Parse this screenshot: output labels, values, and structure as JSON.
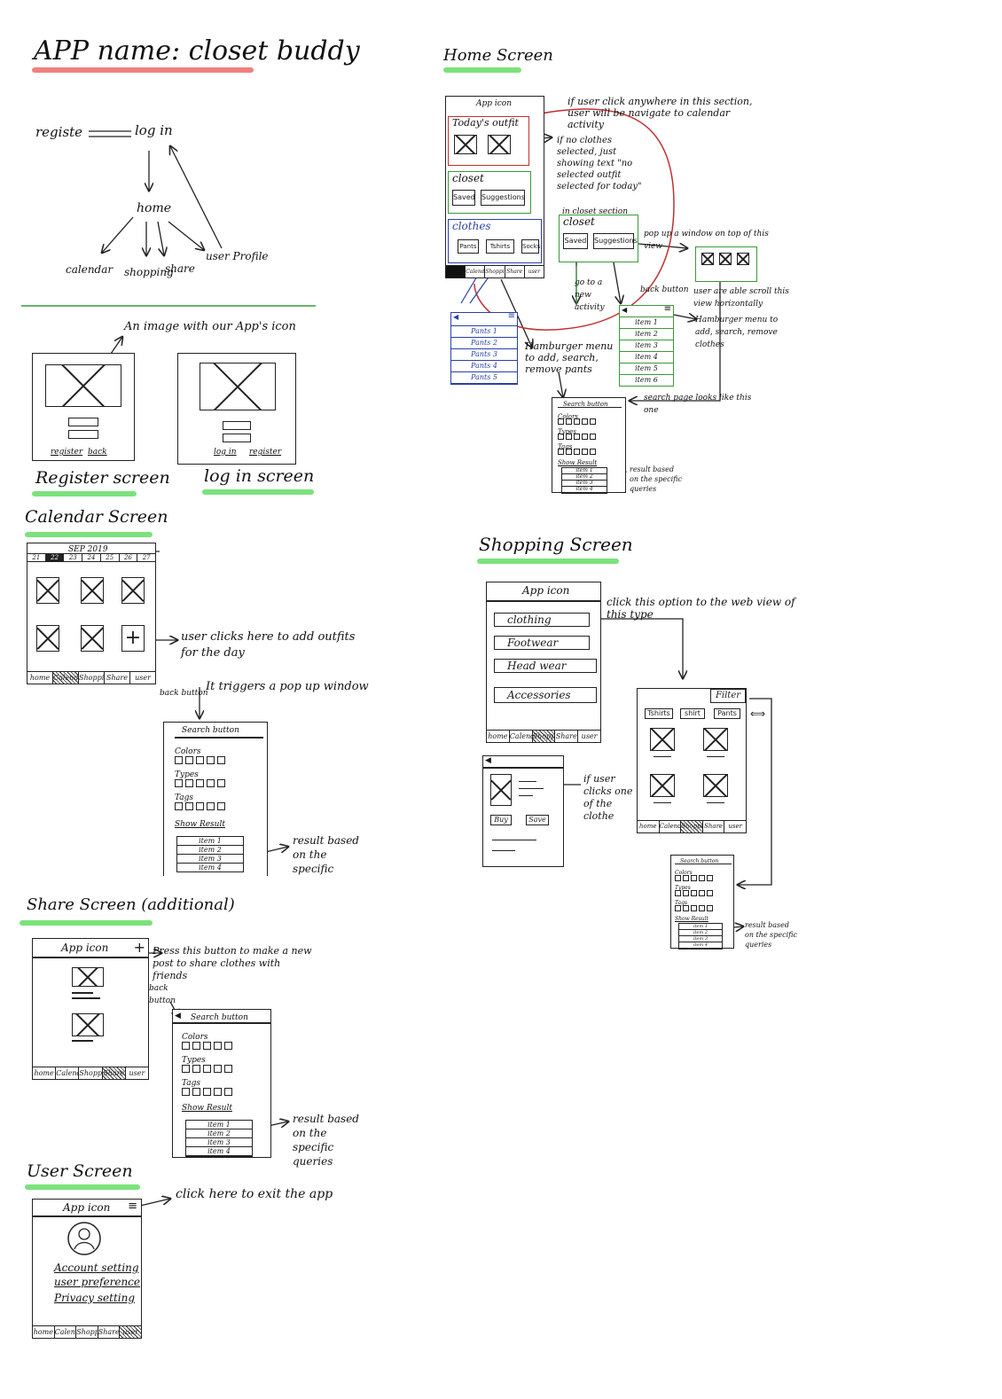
{
  "app_title": "APP name: closet buddy",
  "flow": {
    "register": "registe",
    "login": "log in",
    "home": "home",
    "calendar": "calendar",
    "shopping": "shopping",
    "share": "share",
    "user_profile": "user Profile"
  },
  "screens": {
    "register": {
      "title": "Register screen",
      "links": [
        "register",
        "back"
      ],
      "note": "An image with our App's icon"
    },
    "login": {
      "title": "log in screen",
      "links": [
        "log in",
        "register"
      ]
    },
    "calendar": {
      "title": "Calendar Screen",
      "month": "SEP 2019",
      "days": [
        "21",
        "22",
        "23",
        "24",
        "25",
        "26",
        "27"
      ],
      "add_note": "user clicks here to add outfits for the day",
      "popup_note": "It triggers a pop up window",
      "back_label": "back button"
    },
    "share": {
      "title": "Share Screen (additional)",
      "app_icon": "App icon",
      "plus_note": "Press this button to make a new post to share clothes with friends",
      "back_label": "back button"
    },
    "user": {
      "title": "User Screen",
      "app_icon": "App icon",
      "exit_note": "click here to exit the app",
      "menu": [
        "Account setting",
        "user preference",
        "Privacy setting"
      ]
    },
    "home": {
      "title": "Home Screen",
      "app_icon": "App icon",
      "todays_outfit": "Today's outfit",
      "closet": "closet",
      "closet_buttons": [
        "Saved",
        "Suggestions"
      ],
      "clothes": "clothes",
      "clothes_buttons": [
        "Pants",
        "Tshirts",
        "Socks"
      ],
      "click_note": "if user click anywhere in this section, user will be navigate to calendar activity",
      "no_clothes_note": "if no clothes selected, just showing text \"no selected outfit selected for today\"",
      "closet_section_label": "in closet section",
      "popup_note": "pop up a window on top of this view",
      "scroll_note": "user are able scroll this view horizontally",
      "go_note": "go to a new activity",
      "back_label": "back button",
      "hamburger_note_right": "Hamburger menu to add, search, remove clothes",
      "hamburger_note_left": "Hamburger menu to add, search, remove pants",
      "search_note": "search page looks like this one",
      "pants_list": [
        "Pants 1",
        "Pants 2",
        "Pants 3",
        "Pants 4",
        "Pants 5"
      ],
      "items_list": [
        "item 1",
        "item 2",
        "item 3",
        "item 4",
        "item 5",
        "item 6"
      ]
    },
    "shopping": {
      "title": "Shopping Screen",
      "app_icon": "App icon",
      "categories": [
        "clothing",
        "Footwear",
        "Head wear",
        "Accessories"
      ],
      "click_note": "click this option to the web view of this type",
      "filter": "Filter",
      "tabs": [
        "Tshirts",
        "shirt",
        "Pants"
      ],
      "clicks_note": "if user clicks one of the clothe",
      "buy": "Buy",
      "save": "Save"
    }
  },
  "search_popup": {
    "header": "Search button",
    "sections": [
      "Colors",
      "Types",
      "Tags"
    ],
    "show_result": "Show Result",
    "items": [
      "item 1",
      "item 2",
      "item 3",
      "item 4"
    ],
    "result_note": "result based on the specific queries"
  },
  "nav_bar": [
    "home",
    "Calendar",
    "Shopping",
    "Share",
    "user"
  ],
  "colors": {
    "highlight_red": "#f08080",
    "highlight_green": "#7be27b",
    "blue": "#2a3fa8",
    "green": "#3a9a3a",
    "red": "#c03030"
  }
}
